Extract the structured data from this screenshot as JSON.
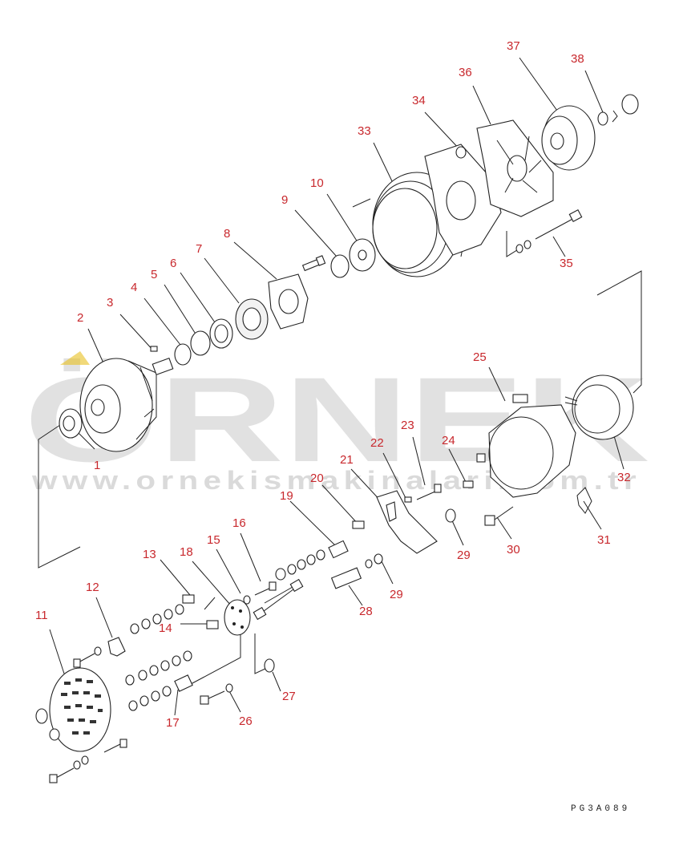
{
  "watermark": {
    "brand": "ÖRNEK",
    "url": "www.ornekismakinalari.com.tr"
  },
  "drawing_code": "PG3A089",
  "callouts": [
    "1",
    "2",
    "3",
    "4",
    "5",
    "6",
    "7",
    "8",
    "9",
    "10",
    "11",
    "12",
    "13",
    "14",
    "15",
    "16",
    "17",
    "18",
    "19",
    "20",
    "21",
    "22",
    "23",
    "24",
    "25",
    "26",
    "27",
    "28",
    "29",
    "29",
    "30",
    "31",
    "32",
    "33",
    "34",
    "35",
    "36",
    "37",
    "38"
  ]
}
